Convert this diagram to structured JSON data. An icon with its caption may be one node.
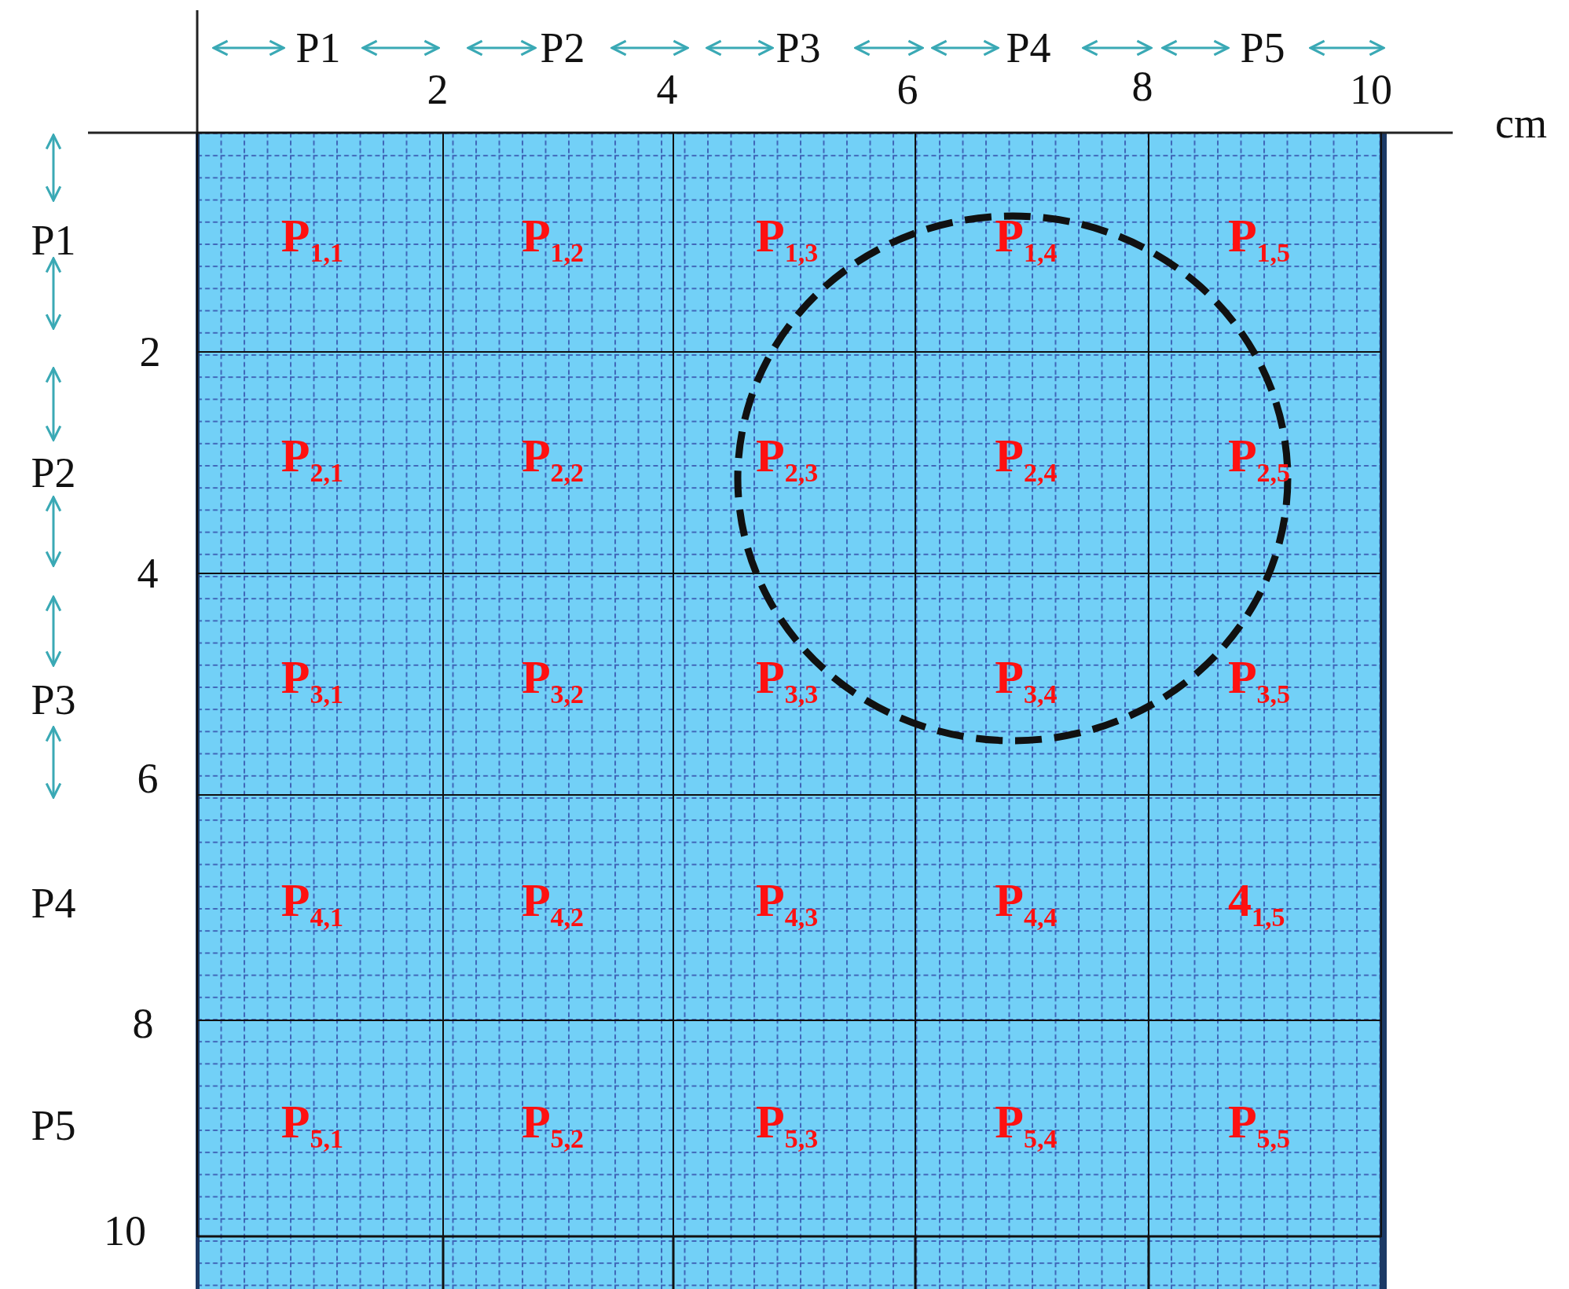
{
  "diagram": {
    "nodes": [
      {
        "text": [
          "P$_{1,1}$"
        ]
      },
      {
        "text": [
          "P$_{1,2}$"
        ]
      },
      {
        "text": [
          "P$_{1,3}$"
        ]
      },
      {
        "text": [
          "P$_{1,4}$"
        ]
      },
      {
        "text": [
          "P$_{1,5}$"
        ]
      },
      {
        "text": [
          "P$_{2,1}$"
        ]
      },
      {
        "text": [
          "P$_{2,2}$"
        ]
      },
      {
        "text": [
          "P$_{2,3}$"
        ]
      },
      {
        "text": [
          "P$_{2,4}$"
        ]
      },
      {
        "text": [
          "P$_{2,5}$"
        ]
      },
      {
        "text": [
          "P$_{3,1}$"
        ]
      },
      {
        "text": [
          "P$_{3,2}$"
        ]
      },
      {
        "text": [
          "P$_{3,3}$"
        ]
      },
      {
        "text": [
          "P$_{3,4}$"
        ]
      },
      {
        "text": [
          "P$_{3,5}$"
        ]
      },
      {
        "text": [
          "P$_{4,1}$"
        ]
      },
      {
        "text": [
          "P$_{4,2}$"
        ]
      },
      {
        "text": [
          "P$_{4,3}$"
        ]
      },
      {
        "text": [
          "P$_{4,4}$"
        ]
      },
      {
        "text": [
          "4$_{1,5}$"
        ]
      },
      {
        "text": [
          "P$_{5,1}$"
        ]
      },
      {
        "text": [
          "P$_{5,2}$"
        ]
      },
      {
        "text": [
          "P$_{5,3}$"
        ]
      },
      {
        "text": [
          "P$_{5,4}$"
        ]
      },
      {
        "text": [
          "P$_{5,5}$"
        ]
      }
    ],
    "labels": [
      "P1",
      "2",
      "P2",
      "4",
      "P3",
      "6",
      "P4",
      "8",
      "P5",
      "10",
      "cm",
      "P1",
      "2",
      "P2",
      "4",
      "P3",
      "6",
      "P4",
      "8",
      "P5",
      "10"
    ]
  }
}
